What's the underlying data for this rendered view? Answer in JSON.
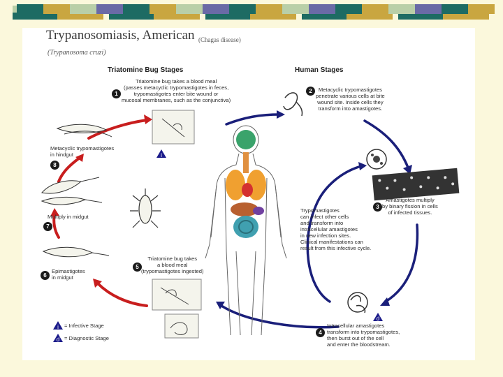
{
  "diagram": {
    "title": "Trypanosomiasis, American",
    "title_note": "(Chagas disease)",
    "subtitle": "(Trypanosoma cruzi)",
    "bug_header": "Triatomine Bug Stages",
    "human_header": "Human Stages",
    "steps": [
      {
        "n": "1",
        "text": "Triatomine bug takes a blood meal\n(passes metacyclic trypomastigotes in feces,\ntrypomastigotes enter bite wound or\nmucosal membranes, such as the conjunctiva)"
      },
      {
        "n": "2",
        "text": "Metacyclic trypomastigotes\npenetrate various cells at bite\nwound site. Inside cells they\ntransform into amastigotes."
      },
      {
        "n": "3",
        "text": "Amastigotes multiply\nby binary fission in cells\nof infected tissues."
      },
      {
        "n": "4",
        "text": "Intracellular amastigotes\ntransform into trypomastigotes,\nthen burst out of the cell\nand enter the bloodstream."
      },
      {
        "n": "5",
        "text": "Triatomine bug takes\na blood meal\n(trypomastigotes ingested)"
      },
      {
        "n": "6",
        "text": "Epimastigotes\nin midgut"
      },
      {
        "n": "7",
        "text": "Multiply in midgut"
      },
      {
        "n": "8",
        "text": "Metacyclic trypomastigotes\nin hindgut"
      }
    ],
    "center_note": "Trypomastigotes\ncan infect other cells\nand transform into\nintracellular amastigotes\nin new infection sites.\nClinical manifestations can\nresult from this infective cycle.",
    "legend": [
      {
        "marker": "i",
        "text": "= Infective Stage"
      },
      {
        "marker": "d",
        "text": "= Diagnostic Stage"
      }
    ]
  },
  "colors": {
    "background": "#fbf8dc",
    "red_arrow": "#c81e1e",
    "blue_arrow": "#1a1f7a",
    "deco_dark": "#1d6b63",
    "deco_gold": "#c9a640",
    "deco_purple": "#6a6aa6",
    "deco_sage": "#b9cfa8"
  }
}
